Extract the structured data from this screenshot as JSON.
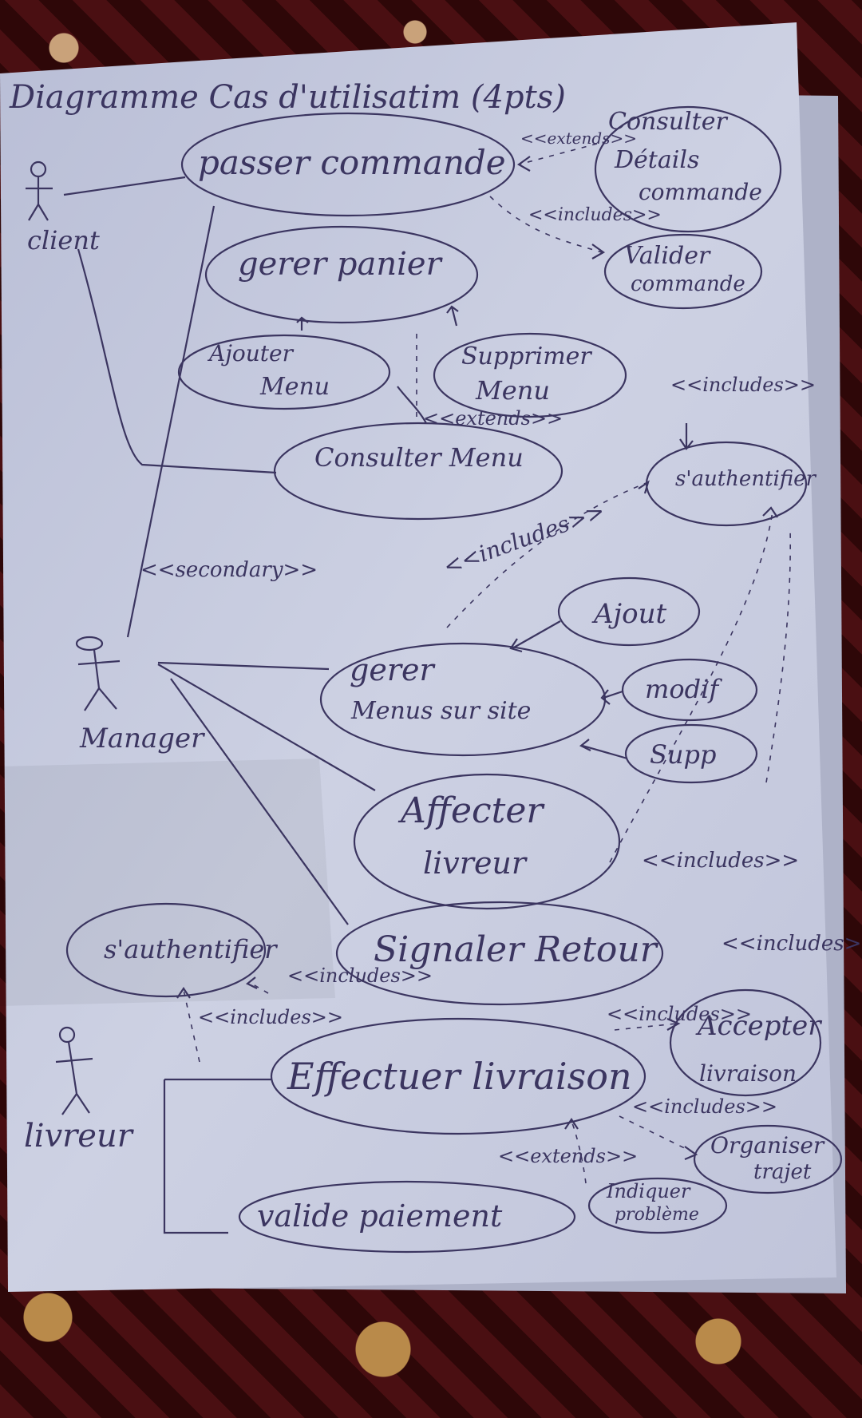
{
  "title": "Diagramme Cas d'utilisatim (4pts)",
  "actors": {
    "client": "client",
    "manager": "Manager",
    "livreur": "livreur"
  },
  "use_cases": {
    "passer_commande": "passer commande",
    "consulter_details": [
      "Consulter",
      "Détails",
      "commande"
    ],
    "valider_commande": [
      "Valider",
      "commande"
    ],
    "gerer_panier": "gerer panier",
    "ajouter_menu": [
      "Ajouter",
      "Menu"
    ],
    "supprimer_menu": [
      "Supprimer",
      "Menu"
    ],
    "consulter_menu": "Consulter Menu",
    "authentifier_top": "s'authentifier",
    "ajout": "Ajout",
    "modif": "modif",
    "supp": "Supp",
    "gerer_menus": [
      "gerer",
      "Menus sur site"
    ],
    "affecter_livreur": [
      "Affecter",
      "livreur"
    ],
    "signaler_retour": "Signaler Retour",
    "authentifier_bottom": "s'authentifier",
    "effectuer_livraison": "Effectuer livraison",
    "accepter_livraison": [
      "Accepter",
      "livraison"
    ],
    "organiser_trajet": [
      "Organiser",
      "trajet"
    ],
    "valide_paiement": "valide paiement",
    "indiquer_probleme": [
      "Indiquer",
      "problème"
    ]
  },
  "relations": {
    "extends_1": "<<extends>>",
    "includes_1": "<<includes>>",
    "includes_2": "<<includes>>",
    "extends_2": "<<extends>>",
    "includes_3": "<<includes>>",
    "secondary": "<<secondary>>",
    "includes_4": "<<includes>>",
    "includes_5": "<<includes>>",
    "includes_6": "<<includes>>",
    "includes_7": "<<includes>>",
    "includes_8": "<<includes>>",
    "includes_9": "<<includes>>",
    "extends_3": "<<extends>>"
  },
  "colors": {
    "ink": "#3b3560",
    "paper": "#c9cde0"
  }
}
